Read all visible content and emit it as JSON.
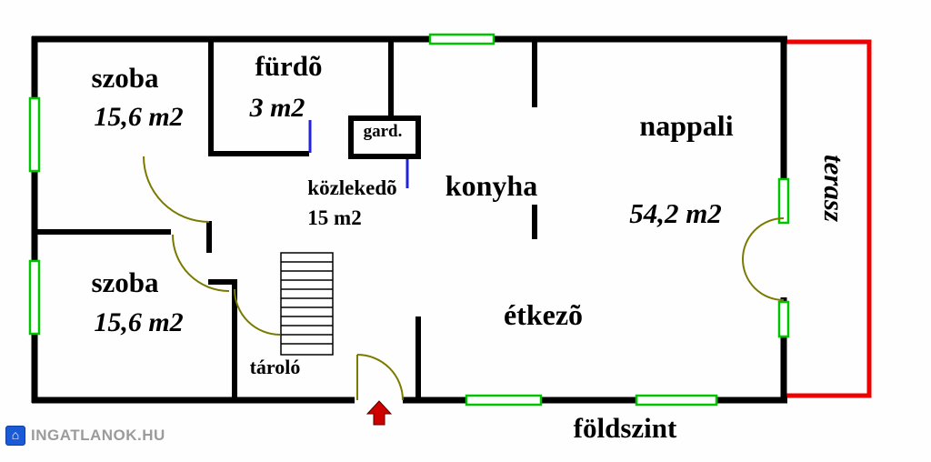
{
  "colors": {
    "wall": "#000000",
    "window": "#00c400",
    "terrace_outline": "#ee0000",
    "door_arc": "#7a7a00",
    "door_slide": "#2222dd",
    "entry_arrow": "#cf0000"
  },
  "rooms": {
    "szoba_top": {
      "label": "szoba",
      "area": "15,6 m2"
    },
    "furdo": {
      "label": "fürdõ",
      "area": "3 m2"
    },
    "gard": {
      "label": "gard."
    },
    "kozlekedo": {
      "label": "közlekedõ",
      "area": "15 m2"
    },
    "konyha": {
      "label": "konyha"
    },
    "nappali": {
      "label": "nappali",
      "area": "54,2 m2"
    },
    "etkezo": {
      "label": "étkezõ"
    },
    "szoba_bottom": {
      "label": "szoba",
      "area": "15,6 m2"
    },
    "tarolo": {
      "label": "tároló"
    },
    "terasz": {
      "label": "terasz"
    }
  },
  "floor_label": "földszint",
  "watermark": {
    "text": "INGATLANOK.HU",
    "logo_glyph": "⌂"
  }
}
